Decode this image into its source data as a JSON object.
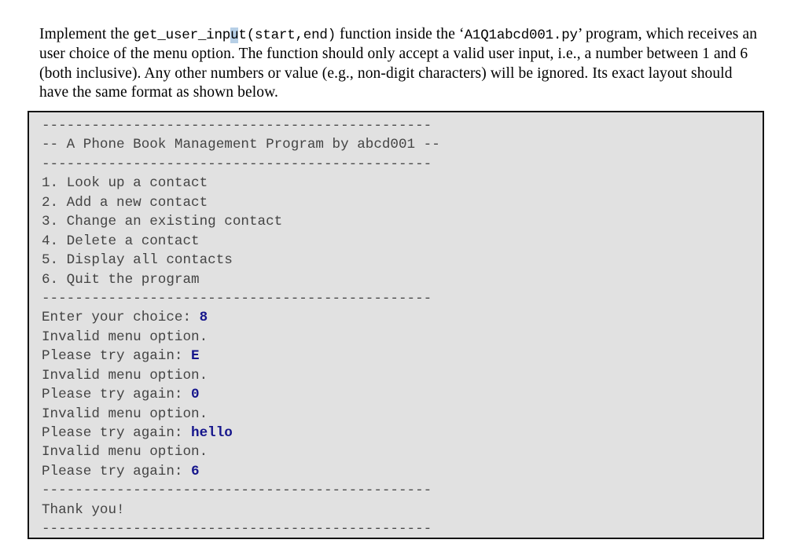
{
  "question": {
    "segments": [
      {
        "type": "text",
        "value": "Implement the "
      },
      {
        "type": "mono",
        "value": "get_user_inp"
      },
      {
        "type": "mono-sel",
        "value": "u"
      },
      {
        "type": "mono",
        "value": "t(start,end)"
      },
      {
        "type": "text",
        "value": " function inside the ‘"
      },
      {
        "type": "mono",
        "value": "A1Q1abcd001.py"
      },
      {
        "type": "text",
        "value": "’ program, which receives an user choice of the menu option. The function should only accept a valid user input, i.e., a number between 1 and 6 (both inclusive). Any other numbers or value (e.g., non-digit characters) will be ignored. Its exact layout should have the same format as shown below."
      }
    ],
    "plain_text": "Implement the get_user_input(start,end) function inside the ‘A1Q1abcd001.py’ program, which receives an user choice of the menu option. The function should only accept a valid user input, i.e., a number between 1 and 6 (both inclusive). Any other numbers or value (e.g., non-digit characters) will be ignored. Its exact layout should have the same format as shown below.",
    "selection_highlight_color": "#b6cfe6"
  },
  "console": {
    "background_color": "#e1e1e1",
    "border_color": "#141414",
    "text_color": "#444444",
    "user_input_color": "#16168c",
    "separator": "-----------------------------------------------",
    "title": "-- A Phone Book Management Program by abcd001 --",
    "menu_items": [
      "1. Look up a contact",
      "2. Add a new contact",
      "3. Change an existing contact",
      "4. Delete a contact",
      "5. Display all contacts",
      "6. Quit the program"
    ],
    "transcript": [
      {
        "prompt": "Enter your choice: ",
        "input": "8"
      },
      {
        "prompt": "Invalid menu option.",
        "input": ""
      },
      {
        "prompt": "Please try again: ",
        "input": "E"
      },
      {
        "prompt": "Invalid menu option.",
        "input": ""
      },
      {
        "prompt": "Please try again: ",
        "input": "0"
      },
      {
        "prompt": "Invalid menu option.",
        "input": ""
      },
      {
        "prompt": "Please try again: ",
        "input": "hello"
      },
      {
        "prompt": "Invalid menu option.",
        "input": ""
      },
      {
        "prompt": "Please try again: ",
        "input": "6"
      }
    ],
    "farewell": "Thank you!"
  }
}
